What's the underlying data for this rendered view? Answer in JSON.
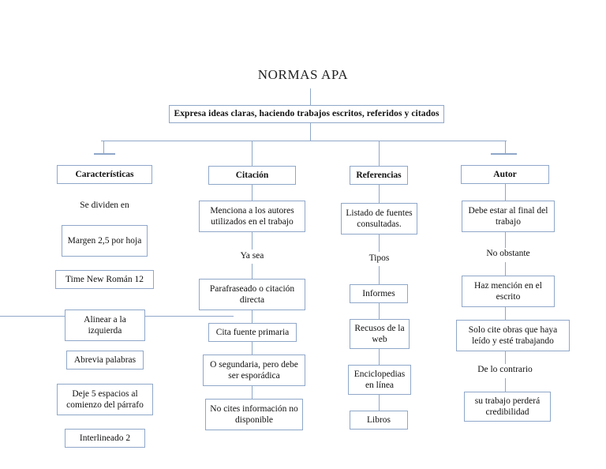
{
  "diagram": {
    "title": "NORMAS APA",
    "banner": "Expresa ideas claras, haciendo trabajos escritos, referidos y citados",
    "accent_color": "#8FA7C9",
    "text_color": "#111111",
    "background_color": "#FFFFFF",
    "branches": [
      {
        "header": "Características",
        "nodes": [
          {
            "kind": "label",
            "text": "Se dividen en"
          },
          {
            "kind": "box",
            "text": "Margen 2,5 por hoja"
          },
          {
            "kind": "box",
            "text": "Time New Román 12"
          },
          {
            "kind": "box",
            "text": "Alinear a la izquierda"
          },
          {
            "kind": "box",
            "text": "Abrevia palabras"
          },
          {
            "kind": "box",
            "text": "Deje 5 espacios al comienzo del párrafo"
          },
          {
            "kind": "box",
            "text": "Interlineado 2"
          }
        ]
      },
      {
        "header": "Citación",
        "nodes": [
          {
            "kind": "box",
            "text": "Menciona a los autores utilizados en el trabajo"
          },
          {
            "kind": "label",
            "text": "Ya sea"
          },
          {
            "kind": "box",
            "text": "Parafraseado o citación directa"
          },
          {
            "kind": "box",
            "text": "Cita fuente primaria"
          },
          {
            "kind": "box",
            "text": "O segundaria, pero debe ser esporádica"
          },
          {
            "kind": "box",
            "text": "No cites información no disponible"
          }
        ]
      },
      {
        "header": "Referencias",
        "nodes": [
          {
            "kind": "box",
            "text": "Listado de fuentes consultadas."
          },
          {
            "kind": "label",
            "text": "Tipos"
          },
          {
            "kind": "box",
            "text": "Informes"
          },
          {
            "kind": "box",
            "text": "Recusos de la web"
          },
          {
            "kind": "box",
            "text": "Enciclopedias en línea"
          },
          {
            "kind": "box",
            "text": "Libros"
          }
        ]
      },
      {
        "header": "Autor",
        "nodes": [
          {
            "kind": "box",
            "text": "Debe estar al final del trabajo"
          },
          {
            "kind": "label",
            "text": "No obstante"
          },
          {
            "kind": "box",
            "text": "Haz mención en el escrito"
          },
          {
            "kind": "box",
            "text": "Solo cite obras que haya leído y esté trabajando"
          },
          {
            "kind": "label",
            "text": "De lo contrario"
          },
          {
            "kind": "box",
            "text": "su trabajo perderá credibilidad"
          }
        ]
      }
    ]
  }
}
